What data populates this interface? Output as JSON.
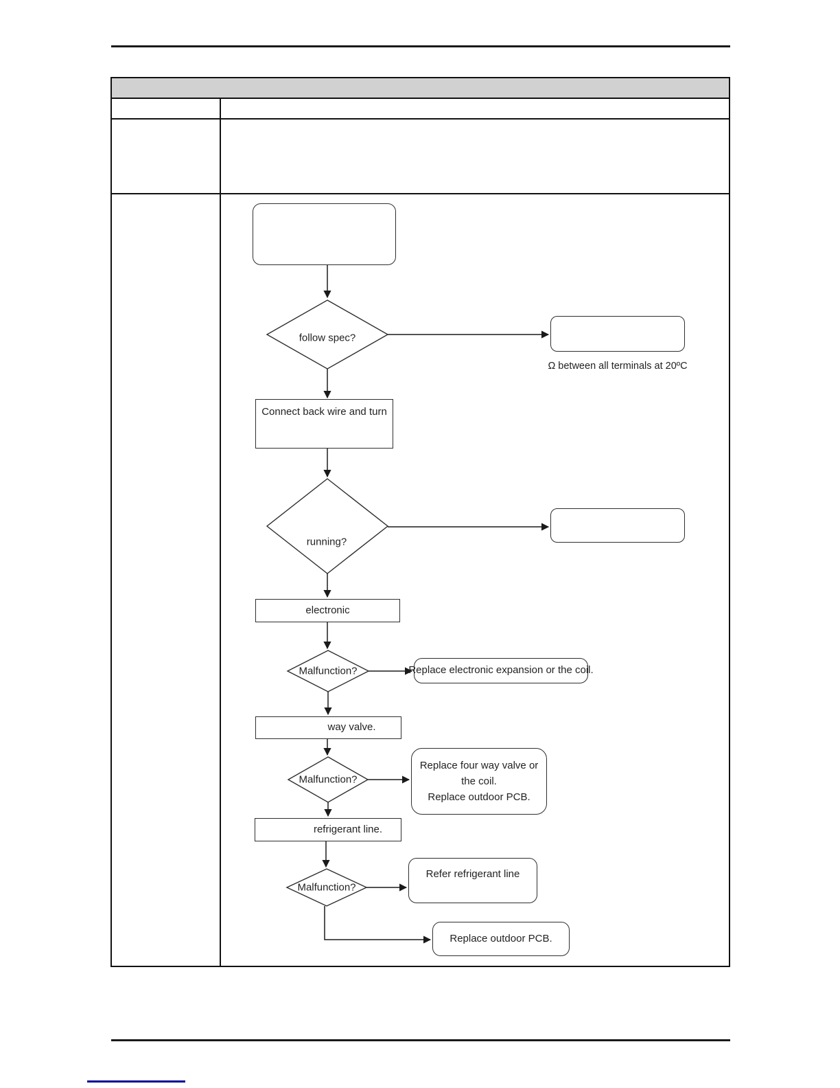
{
  "page": {
    "table": {
      "header_title": "",
      "row2_left": "",
      "row2_right": "",
      "row3_left": "",
      "row3_right": "",
      "row4_left": ""
    },
    "flowchart": {
      "start_box": "",
      "spec_decision": "follow spec?",
      "spec_result_box": "",
      "spec_note": "Ω between all terminals at 20ºC",
      "connect_step": "Connect back wire and turn",
      "running_decision": "running?",
      "running_result_box": "",
      "electronic_step": "electronic",
      "electronic_decision": "Malfunction?",
      "electronic_action": "Replace electronic expansion or the coil.",
      "valve_step": "way valve.",
      "valve_decision": "Malfunction?",
      "valve_action": "Replace four way valve or\nthe coil.\nReplace outdoor PCB.",
      "refrigerant_step": "refrigerant line.",
      "refrigerant_decision": "Malfunction?",
      "refrigerant_action": "Refer refrigerant line",
      "final_action": "Replace outdoor PCB."
    },
    "footer": {
      "link_text": ""
    },
    "colors": {
      "table_header_bg": "#d1d1d1",
      "rule": "#1a1a1a",
      "footer_link": "#000099"
    }
  }
}
